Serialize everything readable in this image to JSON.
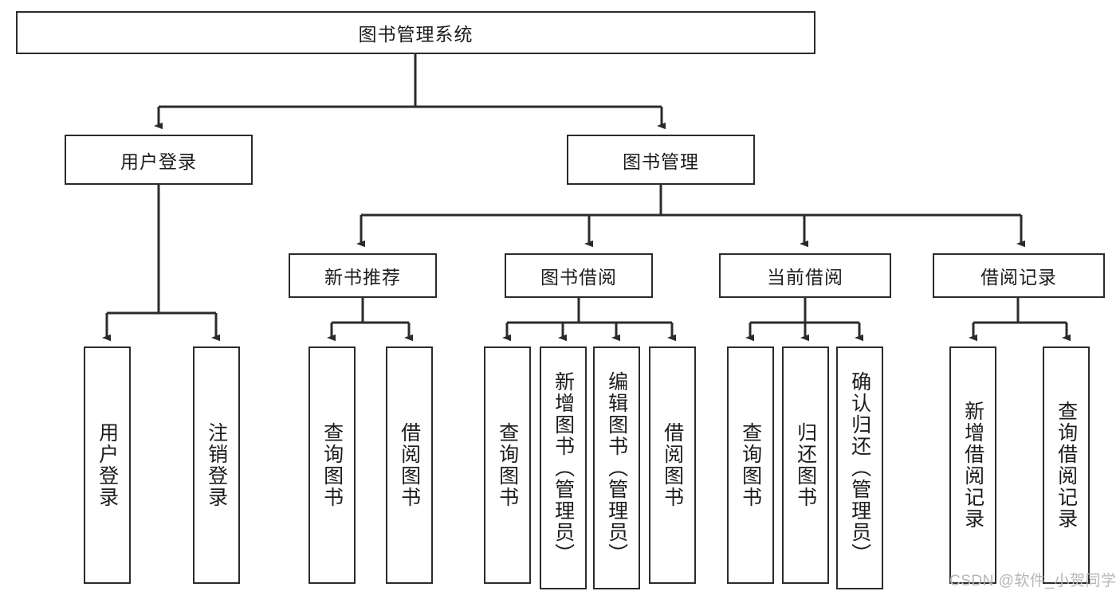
{
  "diagram": {
    "title": "图书管理系统",
    "type": "tree-hierarchy",
    "root": {
      "id": "root",
      "label": "图书管理系统"
    },
    "level2": [
      {
        "id": "user-login",
        "label": "用户登录"
      },
      {
        "id": "book-management",
        "label": "图书管理"
      }
    ],
    "level3": [
      {
        "id": "new-book-recommend",
        "label": "新书推荐",
        "parent": "book-management"
      },
      {
        "id": "book-borrow",
        "label": "图书借阅",
        "parent": "book-management"
      },
      {
        "id": "current-borrow",
        "label": "当前借阅",
        "parent": "book-management"
      },
      {
        "id": "borrow-record",
        "label": "借阅记录",
        "parent": "book-management"
      }
    ],
    "leaves": [
      {
        "id": "leaf-user-login",
        "label": "用户登录",
        "parent": "user-login"
      },
      {
        "id": "leaf-logout",
        "label": "注销登录",
        "parent": "user-login"
      },
      {
        "id": "leaf-query-book-1",
        "label": "查询图书",
        "parent": "new-book-recommend"
      },
      {
        "id": "leaf-borrow-book-1",
        "label": "借阅图书",
        "parent": "new-book-recommend"
      },
      {
        "id": "leaf-query-book-2",
        "label": "查询图书",
        "parent": "book-borrow"
      },
      {
        "id": "leaf-add-book",
        "label": "新增图书（管理员）",
        "parent": "book-borrow"
      },
      {
        "id": "leaf-edit-book",
        "label": "编辑图书（管理员）",
        "parent": "book-borrow"
      },
      {
        "id": "leaf-borrow-book-2",
        "label": "借阅图书",
        "parent": "book-borrow"
      },
      {
        "id": "leaf-query-book-3",
        "label": "查询图书",
        "parent": "current-borrow"
      },
      {
        "id": "leaf-return-book",
        "label": "归还图书",
        "parent": "current-borrow"
      },
      {
        "id": "leaf-confirm-return",
        "label": "确认归还（管理员）",
        "parent": "current-borrow"
      },
      {
        "id": "leaf-add-record",
        "label": "新增借阅记录",
        "parent": "borrow-record"
      },
      {
        "id": "leaf-query-record",
        "label": "查询借阅记录",
        "parent": "borrow-record"
      }
    ],
    "colors": {
      "stroke": "#2b2b2b",
      "fill": "#ffffff",
      "text": "#1c1c1c",
      "watermark": "#b6b6b6"
    }
  },
  "watermark": {
    "text": "CSDN @软件_小贺同学"
  }
}
